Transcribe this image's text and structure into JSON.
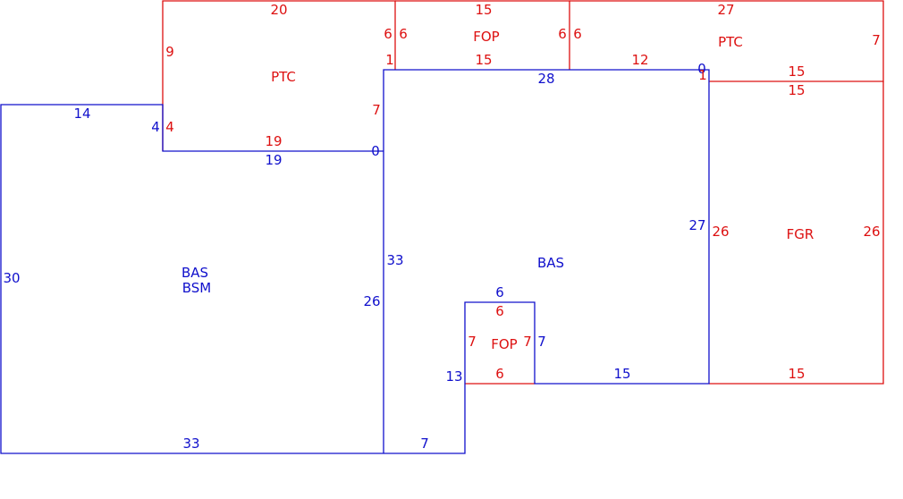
{
  "colors": {
    "living": "#1010cc",
    "other": "#dd1010"
  },
  "areas": {
    "bas_left_1": "BAS",
    "bas_left_2": "BSM",
    "bas_right": "BAS",
    "ptc_left": "PTC",
    "fop_top": "FOP",
    "ptc_right": "PTC",
    "fgr": "FGR",
    "fop_small": "FOP"
  },
  "dims": {
    "b_left_30": "30",
    "b_top_14": "14",
    "b_notch_4": "4",
    "b_mid_19": "19",
    "b_zero_a": "0",
    "b_bottom_33": "33",
    "b_inner_26": "26",
    "b_right_33": "33",
    "b_top_28": "28",
    "b_zero_b": "0",
    "b_right_27": "27",
    "b_bottom_15": "15",
    "b_fop_top_6": "6",
    "b_fop_right_7": "7",
    "b_step_13": "13",
    "b_step_7": "7",
    "r_ptc_20": "20",
    "r_ptc_9": "9",
    "r_ptc_4": "4",
    "r_ptc_19": "19",
    "r_ptc_7": "7",
    "r_ptc_6": "6",
    "r_ptc_1": "1",
    "r_fop_15_top": "15",
    "r_fop_6_left": "6",
    "r_fop_6_right": "6",
    "r_fop_15_bottom": "15",
    "r_ptc2_27": "27",
    "r_ptc2_6": "6",
    "r_ptc2_7": "7",
    "r_ptc2_12": "12",
    "r_ptc2_1": "1",
    "r_ptc2_15": "15",
    "r_fgr_15_top": "15",
    "r_fgr_26_left": "26",
    "r_fgr_26_right": "26",
    "r_fgr_15_bottom": "15",
    "r_fop2_6_top": "6",
    "r_fop2_7_left": "7",
    "r_fop2_7_right": "7",
    "r_fop2_6_bottom": "6"
  }
}
